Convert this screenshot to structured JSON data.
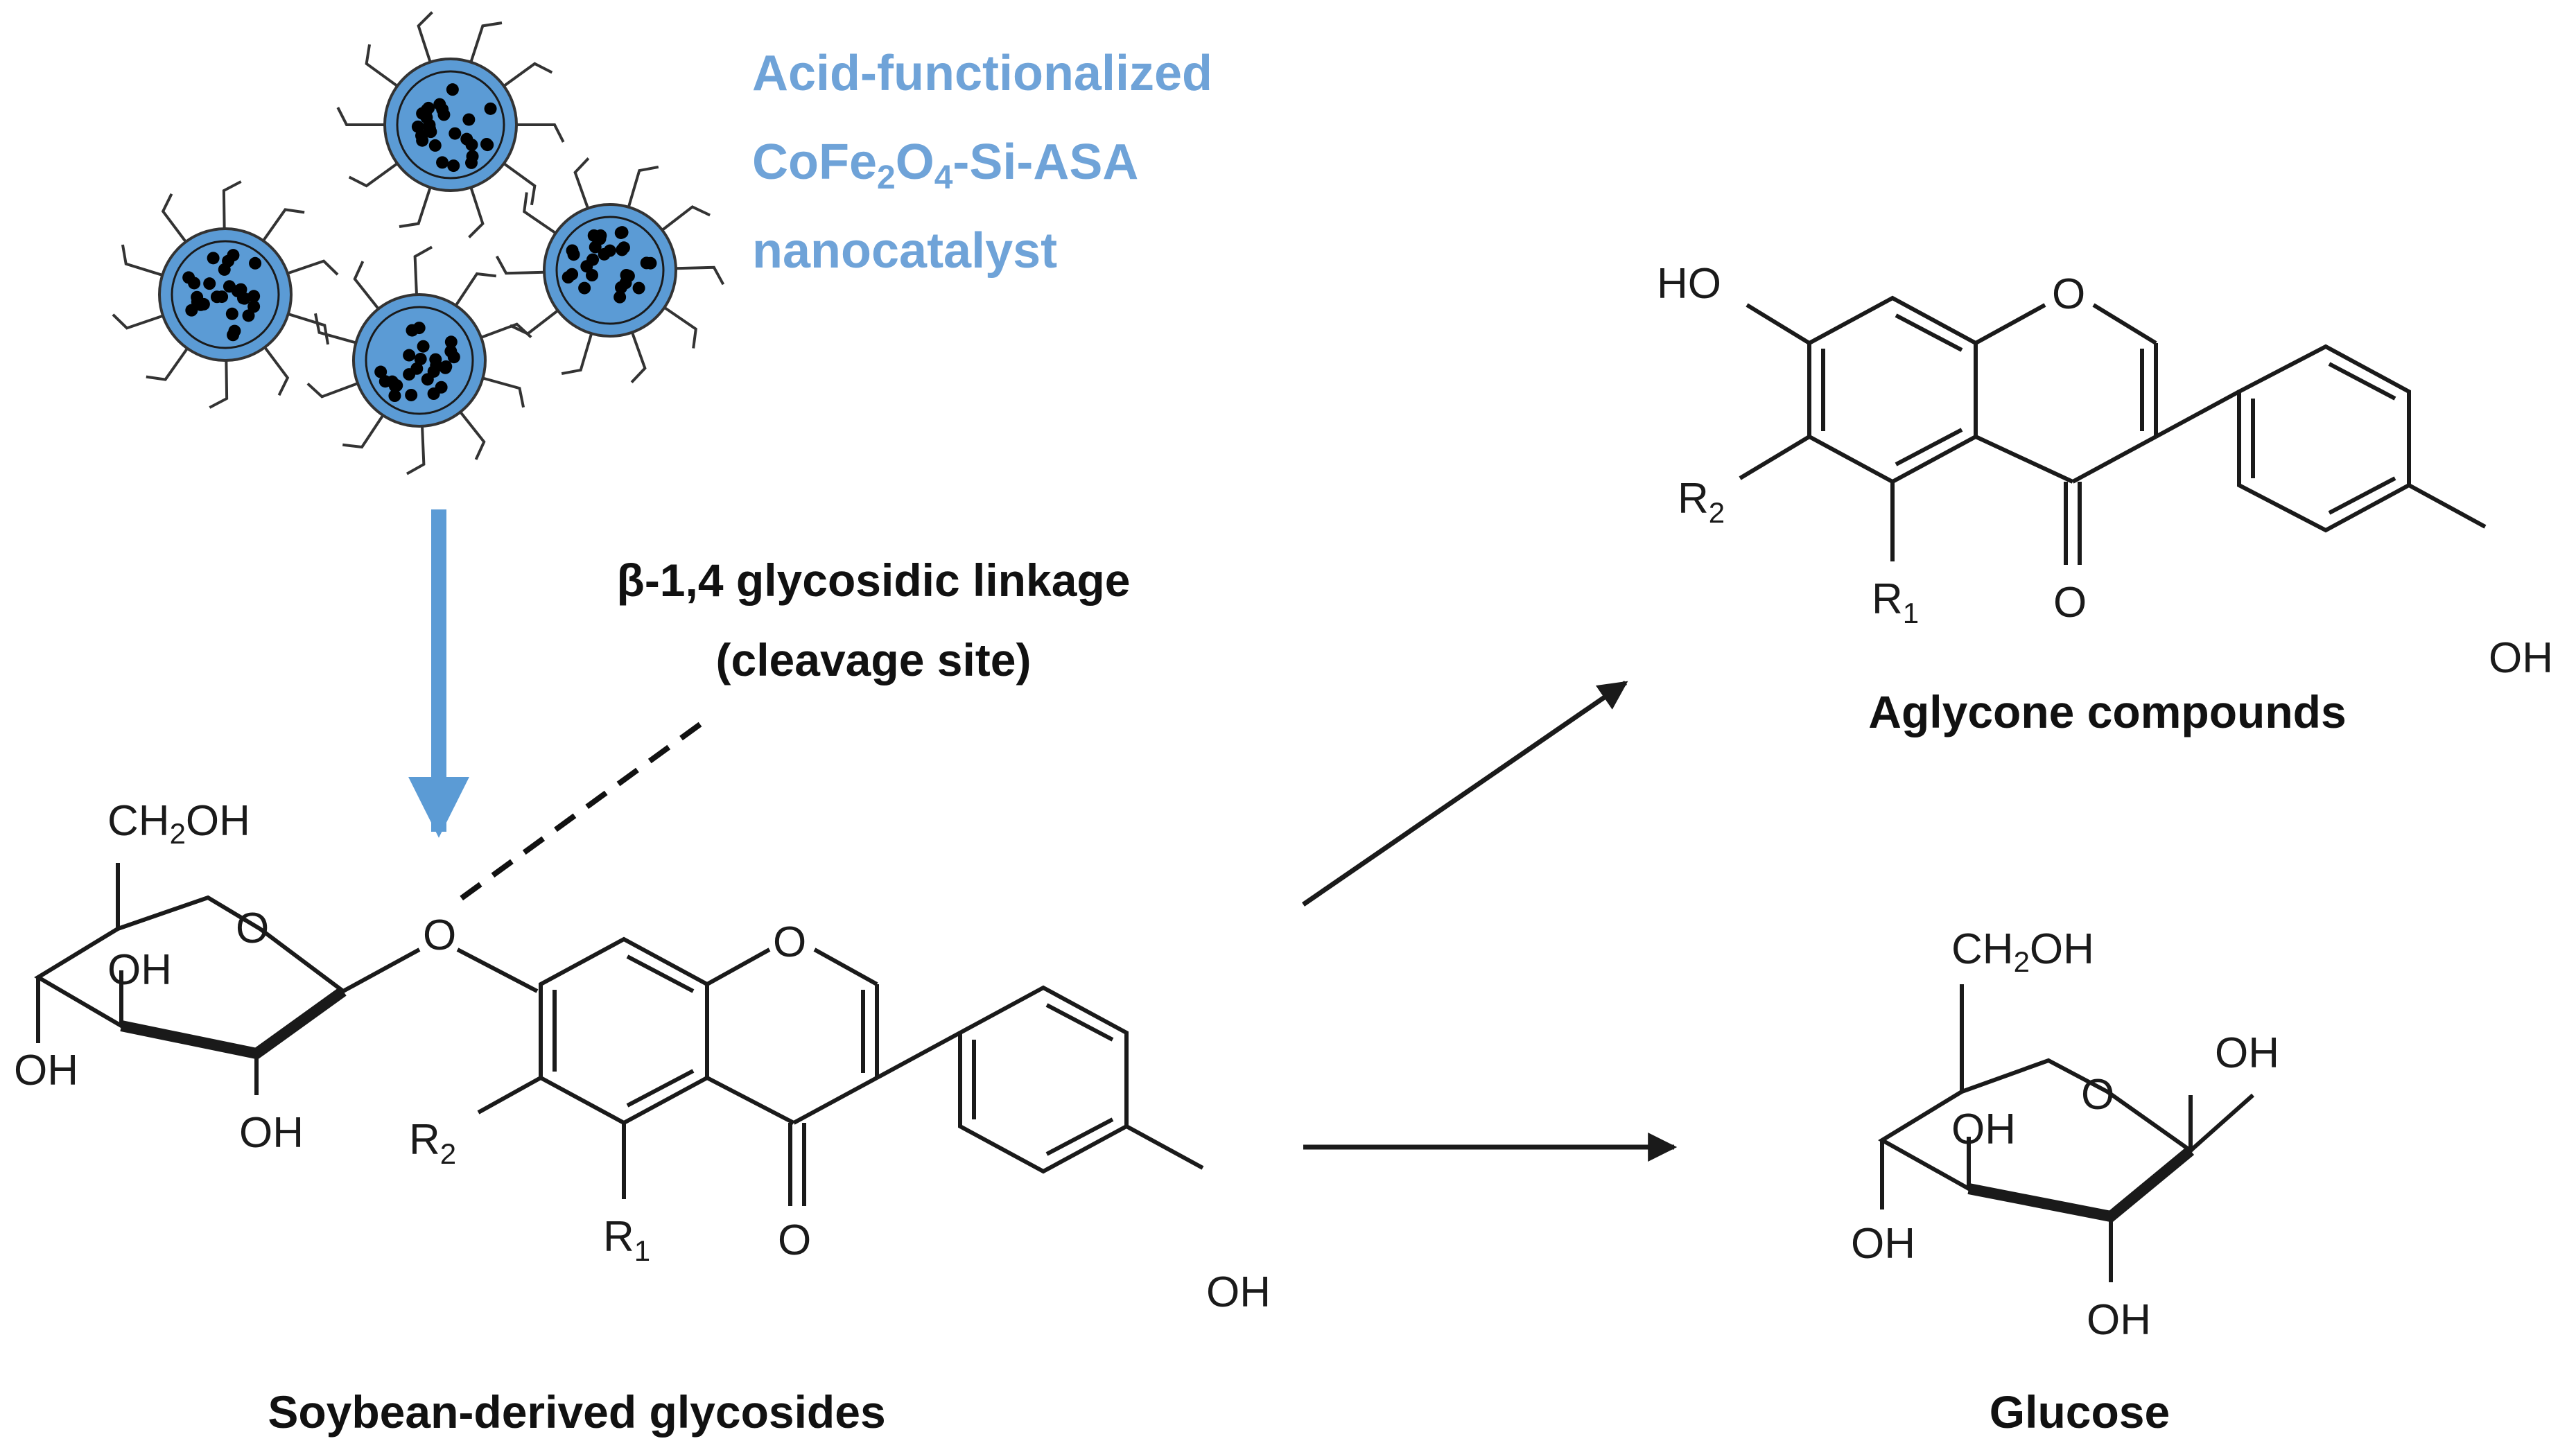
{
  "colors": {
    "catalyst": "#5b9bd5",
    "catalyst_label": "#6fa3d8",
    "bond": "#1a1a1a",
    "core_dot": "#000000",
    "background": "#ffffff"
  },
  "catalyst": {
    "label_line1": "Acid-functionalized",
    "label_line2_a": "CoFe",
    "label_line2_sub1": "2",
    "label_line2_b": "O",
    "label_line2_sub2": "4",
    "label_line2_c": "-Si-ASA",
    "label_line3": "nanocatalyst"
  },
  "linkage": {
    "line1": "β-1,4 glycosidic linkage",
    "line2": "(cleavage site)"
  },
  "labels": {
    "glycosides": "Soybean-derived glycosides",
    "aglycone": "Aglycone compounds",
    "glucose": "Glucose"
  },
  "atoms": {
    "ch2oh_a": "CH",
    "ch2oh_sub": "2",
    "ch2oh_b": "OH",
    "O": "O",
    "OH": "OH",
    "HO": "HO",
    "R": "R",
    "sub1": "1",
    "sub2": "2"
  }
}
